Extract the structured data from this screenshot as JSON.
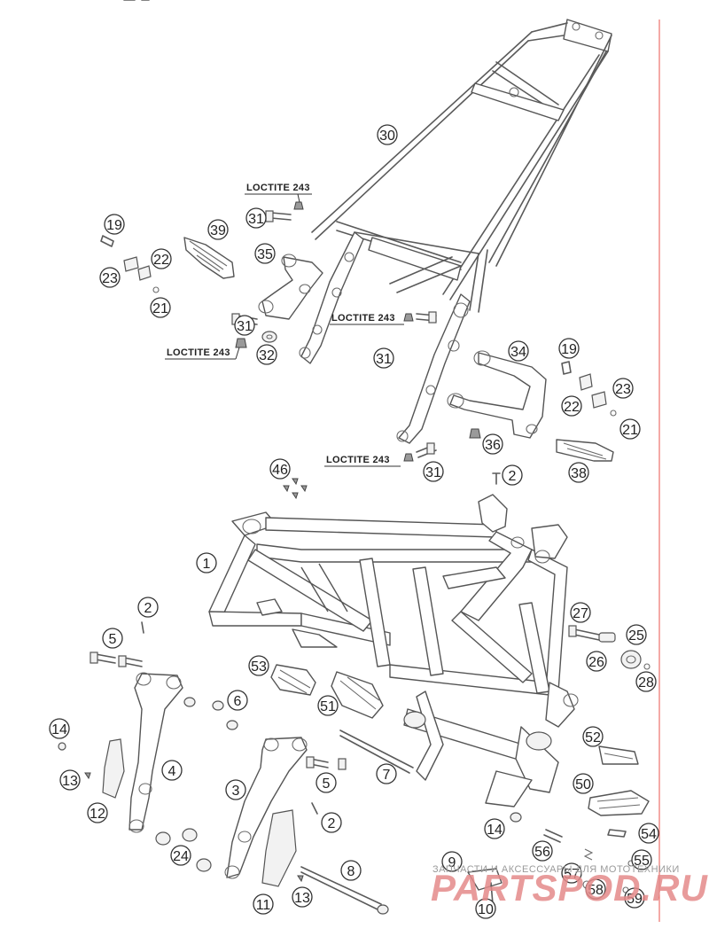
{
  "callouts": [
    {
      "label": "1"
    },
    {
      "label": "2"
    },
    {
      "label": "2"
    },
    {
      "label": "2"
    },
    {
      "label": "3"
    },
    {
      "label": "4"
    },
    {
      "label": "5"
    },
    {
      "label": "5"
    },
    {
      "label": "6"
    },
    {
      "label": "7"
    },
    {
      "label": "8"
    },
    {
      "label": "9"
    },
    {
      "label": "10"
    },
    {
      "label": "11"
    },
    {
      "label": "12"
    },
    {
      "label": "13"
    },
    {
      "label": "13"
    },
    {
      "label": "14"
    },
    {
      "label": "14"
    },
    {
      "label": "19"
    },
    {
      "label": "19"
    },
    {
      "label": "21"
    },
    {
      "label": "21"
    },
    {
      "label": "22"
    },
    {
      "label": "22"
    },
    {
      "label": "23"
    },
    {
      "label": "23"
    },
    {
      "label": "24"
    },
    {
      "label": "25"
    },
    {
      "label": "26"
    },
    {
      "label": "27"
    },
    {
      "label": "28"
    },
    {
      "label": "30"
    },
    {
      "label": "31"
    },
    {
      "label": "31"
    },
    {
      "label": "31"
    },
    {
      "label": "31"
    },
    {
      "label": "32"
    },
    {
      "label": "34"
    },
    {
      "label": "35"
    },
    {
      "label": "36"
    },
    {
      "label": "38"
    },
    {
      "label": "39"
    },
    {
      "label": "46"
    },
    {
      "label": "50"
    },
    {
      "label": "51"
    },
    {
      "label": "52"
    },
    {
      "label": "53"
    },
    {
      "label": "54"
    },
    {
      "label": "55"
    },
    {
      "label": "56"
    },
    {
      "label": "57"
    },
    {
      "label": "58"
    },
    {
      "label": "59"
    }
  ],
  "loctite_labels": [
    "LOCTITE 243",
    "LOCTITE 243",
    "LOCTITE 243",
    "LOCTITE 243"
  ],
  "watermark": {
    "caption": "ЗАПЧАСТИ И АКСЕССУАРЫ ДЛЯ МОТОТЕХНИКИ",
    "logo": "PARTSPOD.RU"
  },
  "colors": {
    "line_art": "#555555",
    "watermark_logo": "#e58a8a",
    "margin_line": "#e8554e"
  }
}
